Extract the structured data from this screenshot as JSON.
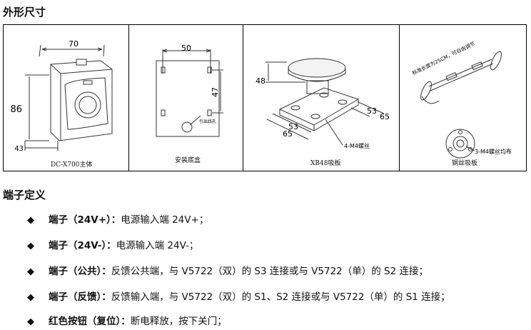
{
  "heading_outline": "外形尺寸",
  "heading_terminals": "端子定义",
  "panels": [
    {
      "caption": "DC-X700主体",
      "dims": {
        "width": "70",
        "height": "86",
        "depth": "43"
      }
    },
    {
      "caption": "安装底盒",
      "dims": {
        "width": "50",
        "height": "47"
      },
      "note": "引出线孔"
    },
    {
      "caption": "XB48吸板",
      "dims": {
        "height": "48",
        "a": "53",
        "b": "65",
        "c": "53",
        "d": "65"
      },
      "note": "4-M4螺丝"
    },
    {
      "caption": "钢丝吸板",
      "cable_note": "标准长度为25CM，可自由调节",
      "note": "3-M4螺丝均布"
    }
  ],
  "terminals": [
    {
      "bullet": "◆",
      "label": "端子（24V+）：",
      "text": "电源输入端 24V+；"
    },
    {
      "bullet": "◆",
      "label": "端子（24V-）：",
      "text": "电源输入端 24V-；"
    },
    {
      "bullet": "◆",
      "label": "端子（公共）：",
      "text": "反馈公共端，与 V5722（双）的 S3 连接或与 V5722（单）的 S2 连接；"
    },
    {
      "bullet": "◆",
      "label": "端子（反馈）：",
      "text": "反馈输入端，与 V5722（双）的 S1、S2 连接或与 V5722（单）的 S1 连接；"
    },
    {
      "bullet": "◆",
      "label": "红色按钮（复位）：",
      "text": "断电释放，按下关门；"
    }
  ]
}
